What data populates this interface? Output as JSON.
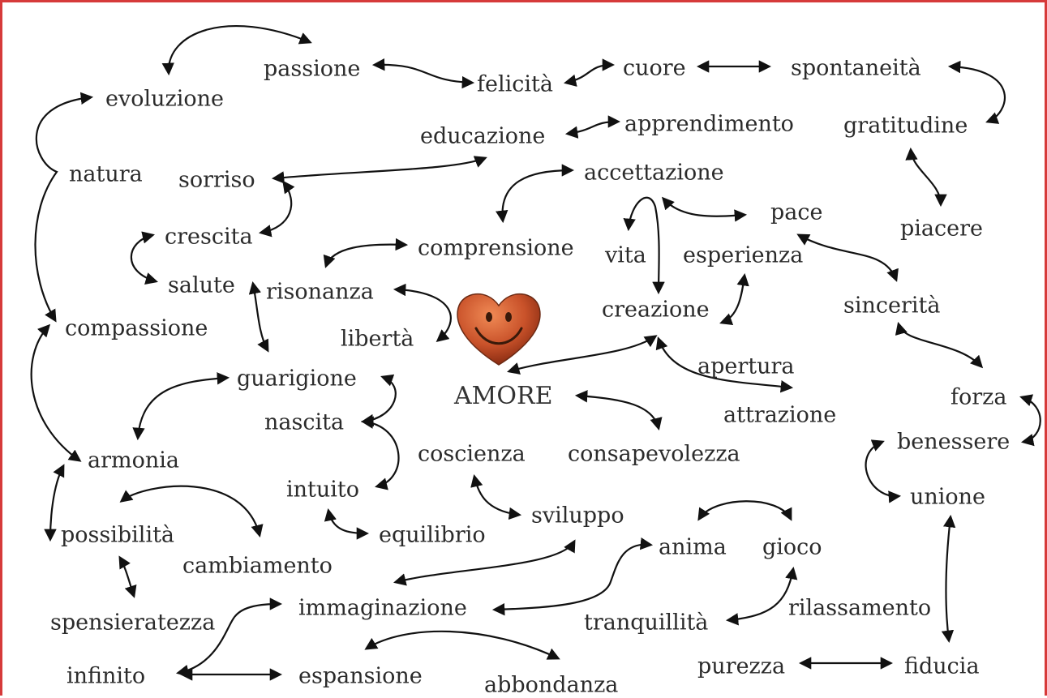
{
  "center": "AMORE",
  "words": {
    "passione": "passione",
    "felicita": "felicità",
    "cuore": "cuore",
    "spontaneita": "spontaneità",
    "evoluzione": "evoluzione",
    "educazione": "educazione",
    "apprendimento": "apprendimento",
    "gratitudine": "gratitudine",
    "natura": "natura",
    "sorriso": "sorriso",
    "accettazione": "accettazione",
    "pace": "pace",
    "piacere": "piacere",
    "crescita": "crescita",
    "comprensione": "comprensione",
    "vita": "vita",
    "esperienza": "esperienza",
    "salute": "salute",
    "risonanza": "risonanza",
    "creazione": "creazione",
    "sincerita": "sincerità",
    "compassione": "compassione",
    "liberta": "libertà",
    "apertura": "apertura",
    "guarigione": "guarigione",
    "forza": "forza",
    "attrazione": "attrazione",
    "nascita": "nascita",
    "benessere": "benessere",
    "coscienza": "coscienza",
    "consapevolezza": "consapevolezza",
    "armonia": "armonia",
    "intuito": "intuito",
    "unione": "unione",
    "sviluppo": "sviluppo",
    "possibilita": "possibilità",
    "equilibrio": "equilibrio",
    "anima": "anima",
    "gioco": "gioco",
    "cambiamento": "cambiamento",
    "immaginazione": "immaginazione",
    "rilassamento": "rilassamento",
    "spensieratezza": "spensieratezza",
    "tranquillita": "tranquillità",
    "infinito": "infinito",
    "espansione": "espansione",
    "purezza": "purezza",
    "fiducia": "fiducia",
    "abbondanza": "abbondanza"
  },
  "colors": {
    "frame": "#d63a3a",
    "text": "#2b2b2b",
    "heart": "#c9522a",
    "arrow": "#111111"
  },
  "icons": {
    "center_image": "smiling-heart-icon"
  }
}
